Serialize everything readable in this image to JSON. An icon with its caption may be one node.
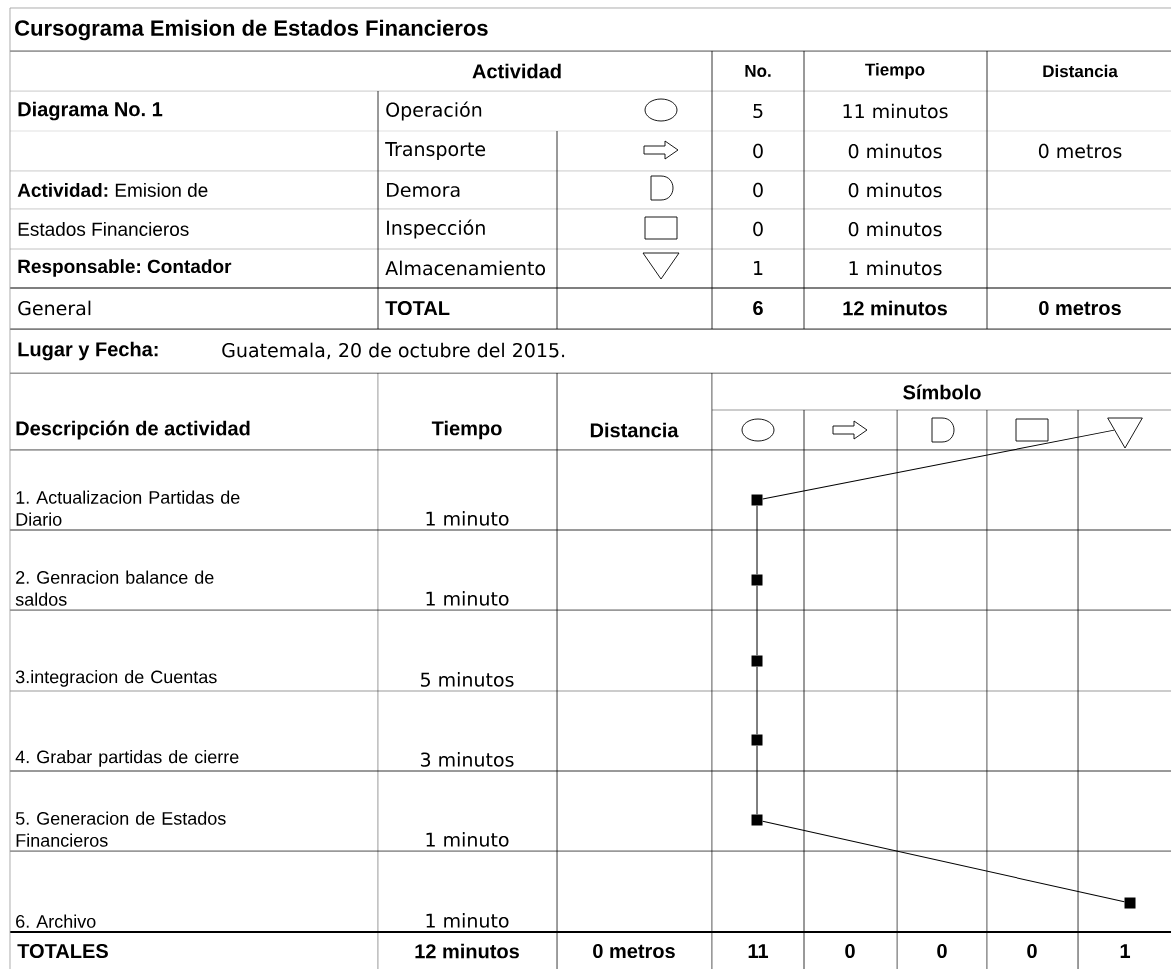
{
  "diagram": {
    "title": "Cursograma Emision  de Estados Financieros",
    "nodes": [
      {
        "text": [],
        "shape": "triangle"
      },
      {
        "text": [],
        "shape": "box"
      },
      {
        "text": [],
        "shape": "box"
      },
      {
        "text": [],
        "shape": "box"
      },
      {
        "text": [],
        "shape": "box"
      },
      {
        "text": [],
        "shape": "box"
      },
      {
        "text": [],
        "shape": "box"
      }
    ],
    "edges": [
      {
        "from": 0,
        "to": 1,
        "arrow": "none"
      },
      {
        "from": 1,
        "to": 2,
        "arrow": "none"
      },
      {
        "from": 2,
        "to": 3,
        "arrow": "none"
      },
      {
        "from": 3,
        "to": 4,
        "arrow": "none"
      },
      {
        "from": 4,
        "to": 5,
        "arrow": "none"
      },
      {
        "from": 5,
        "to": 6,
        "arrow": "none"
      }
    ],
    "labels": [
      "Actividad",
      "No.",
      "Tiempo",
      "Distancia",
      "Diagrama No. 1",
      "Operación",
      "5",
      "11 minutos",
      "Transporte",
      "0",
      "0 minutos",
      "0 metros",
      "**Actividad:**  Emision de",
      "Demora",
      "0",
      "0  minutos",
      "Estados Financieros",
      "Inspección",
      "0",
      "0 minutos",
      "Responsable: Contador",
      "Almacenamiento",
      "1",
      "1 minutos",
      "General",
      "TOTAL",
      "6",
      "12 minutos",
      "0 metros",
      "Lugar y Fecha:",
      "Guatemala, 20 de octubre del 2015.",
      "Símbolo",
      "Descripción de actividad",
      "Tiempo",
      "Distancia",
      "1. Actualizacion Partidas de Diario",
      "1 minuto",
      "2. Genracion balance de saldos",
      "1 minuto",
      "3.integracion de Cuentas",
      "5 minutos",
      "4. Grabar partidas de cierre",
      "3 minutos",
      "5. Generacion de Estados Financieros",
      "1 minuto",
      "6. Archivo",
      "1 minuto",
      "TOTALES",
      "12 minutos",
      "0 metros",
      "11",
      "0",
      "0",
      "0",
      "1"
    ]
  }
}
